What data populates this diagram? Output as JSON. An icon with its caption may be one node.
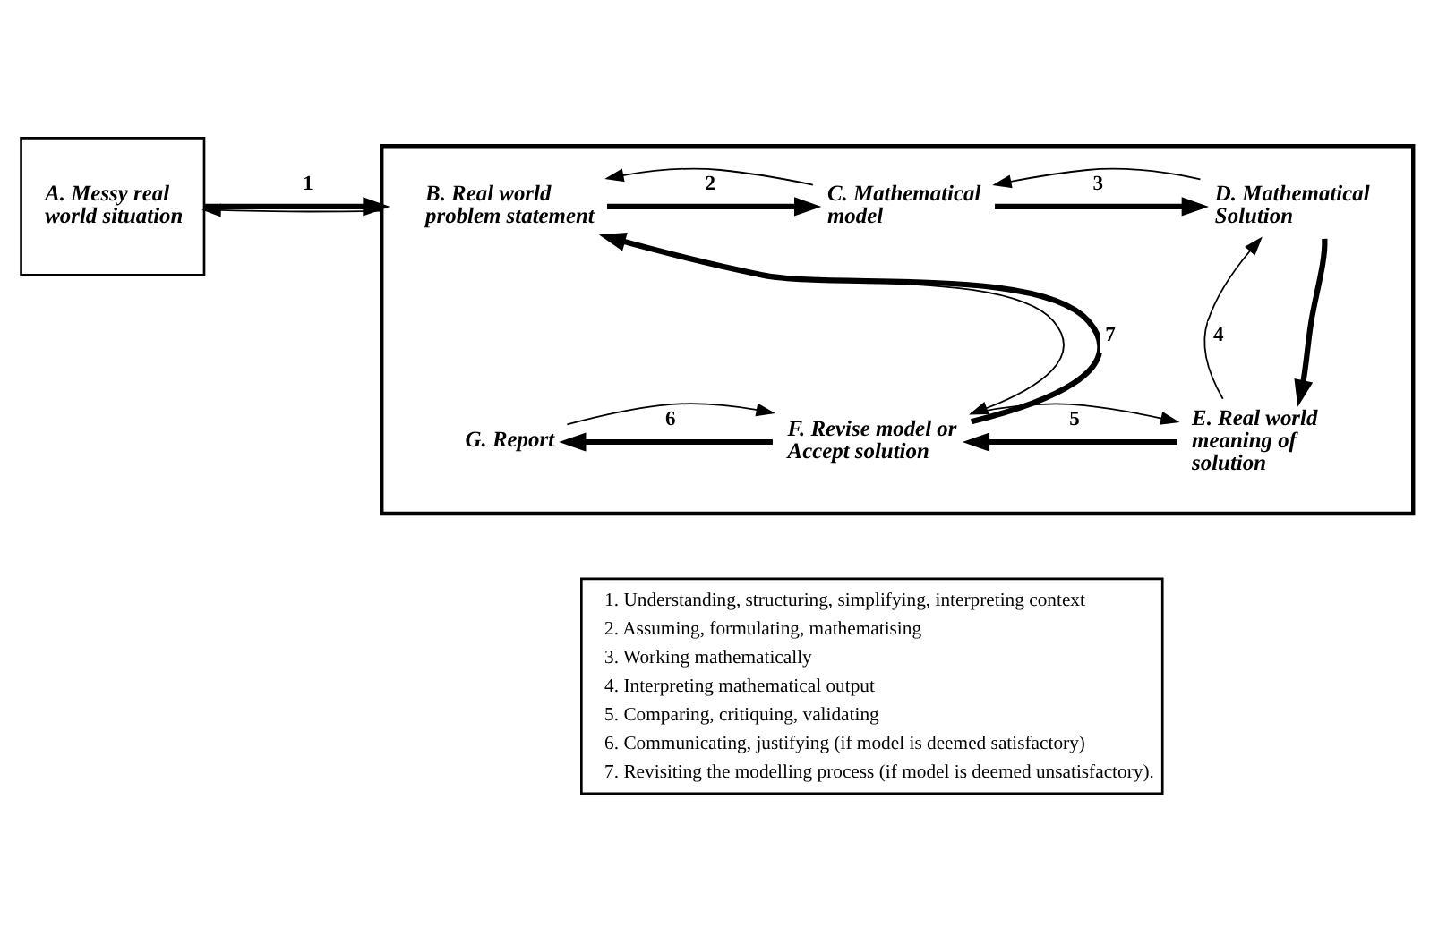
{
  "diagram": {
    "nodes": [
      {
        "text": [
          "A. Messy real world situation"
        ]
      },
      {
        "text": [],
        "shape": "box"
      },
      {
        "text": [
          "B. Real world problem statement"
        ],
        "in": 1
      },
      {
        "text": [
          "C. Mathematical model"
        ],
        "in": 1
      },
      {
        "text": [
          "D. Mathematical Solution"
        ],
        "in": 1
      },
      {
        "text": [
          "E. Real world meaning of solution"
        ],
        "in": 1
      },
      {
        "text": [
          "F. Revise model or Accept solution"
        ],
        "in": 1
      },
      {
        "text": [
          "G. Report"
        ],
        "in": 1
      },
      {
        "text": [
          "1. Understanding, structuring, simplifying, interpreting context",
          "2. Assuming, formulating, mathematising",
          "3. Working mathematically",
          "4. Interpreting mathematical output",
          "5. Comparing, critiquing, validating",
          "6. Communicating, justifying (if model is deemed satisfactory)",
          "7. Revisiting the modelling process (if model is deemed unsatisfactory)."
        ]
      }
    ],
    "edges": [
      {
        "from": 0,
        "to": 1,
        "arrow": "to",
        "label": "1",
        "style": "thick"
      },
      {
        "from": 1,
        "to": 0,
        "arrow": "to"
      },
      {
        "from": 2,
        "to": 3,
        "arrow": "to",
        "label": "2",
        "style": "thick"
      },
      {
        "from": 3,
        "to": 2,
        "arrow": "to"
      },
      {
        "from": 3,
        "to": 4,
        "arrow": "to",
        "label": "3",
        "style": "thick"
      },
      {
        "from": 4,
        "to": 3,
        "arrow": "to"
      },
      {
        "from": 4,
        "to": 5,
        "arrow": "to",
        "style": "thick"
      },
      {
        "from": 5,
        "to": 4,
        "arrow": "to",
        "label": "4"
      },
      {
        "from": 5,
        "to": 6,
        "arrow": "to",
        "label": "5",
        "style": "thick"
      },
      {
        "from": 6,
        "to": 5,
        "arrow": "to"
      },
      {
        "from": 6,
        "to": 7,
        "arrow": "to",
        "label": "6",
        "style": "thick"
      },
      {
        "from": 7,
        "to": 6,
        "arrow": "to"
      },
      {
        "from": 6,
        "to": 2,
        "arrow": "to",
        "label": "7",
        "style": "thick"
      },
      {
        "from": 2,
        "to": 6,
        "arrow": "to"
      }
    ]
  }
}
